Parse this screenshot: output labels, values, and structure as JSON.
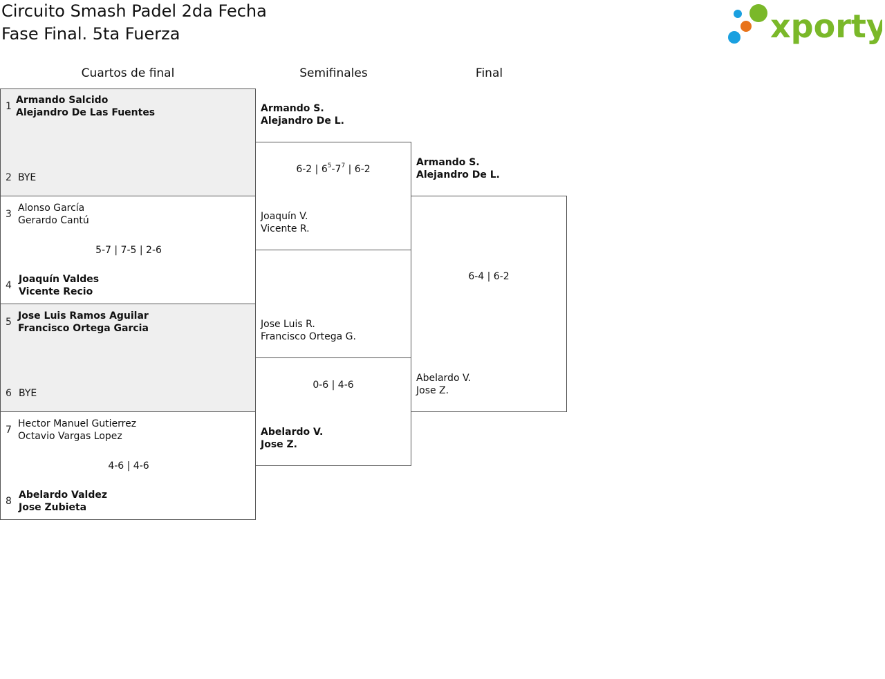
{
  "header": {
    "title_line1": "Circuito Smash Padel 2da Fecha",
    "title_line2": "Fase Final. 5ta Fuerza",
    "logo_text": "xporty"
  },
  "columns": [
    "Cuartos de final",
    "Semifinales",
    "Final"
  ],
  "quarterfinals": [
    {
      "a": {
        "seed": "1",
        "p1": "Armando Salcido",
        "p2": "Alejandro De Las Fuentes"
      },
      "b": {
        "seed": "2",
        "p1": "BYE"
      },
      "score": ""
    },
    {
      "a": {
        "seed": "3",
        "p1": "Alonso García",
        "p2": "Gerardo Cantú"
      },
      "b": {
        "seed": "4",
        "p1": "Joaquín Valdes",
        "p2": "Vicente Recio"
      },
      "score": "5-7 | 7-5 | 2-6"
    },
    {
      "a": {
        "seed": "5",
        "p1": "Jose Luis Ramos Aguilar",
        "p2": "Francisco Ortega Garcia"
      },
      "b": {
        "seed": "6",
        "p1": "BYE"
      },
      "score": ""
    },
    {
      "a": {
        "seed": "7",
        "p1": "Hector Manuel Gutierrez",
        "p2": "Octavio Vargas Lopez"
      },
      "b": {
        "seed": "8",
        "p1": "Abelardo Valdez",
        "p2": "Jose Zubieta"
      },
      "score": "4-6 | 4-6"
    }
  ],
  "semifinals": [
    {
      "a": {
        "p1": "Armando S.",
        "p2": "Alejandro De L."
      },
      "b": {
        "p1": "Joaquín V.",
        "p2": "Vicente R."
      },
      "score": {
        "pre": "6-2 | 6",
        "sup1": "5",
        "mid": "-7",
        "sup2": "7",
        "post": " | 6-2"
      }
    },
    {
      "a": {
        "p1": "Jose Luis R.",
        "p2": "Francisco Ortega G."
      },
      "b": {
        "p1": "Abelardo V.",
        "p2": "Jose Z."
      },
      "score": "0-6 | 4-6"
    }
  ],
  "final": {
    "a": {
      "p1": "Armando S.",
      "p2": "Alejandro De L."
    },
    "b": {
      "p1": "Abelardo V.",
      "p2": "Jose Z."
    },
    "score": "6-4 | 6-2"
  },
  "colors": {
    "border": "#555555",
    "bye_bg": "#efefef",
    "logo_green": "#7ab829",
    "logo_blue": "#1aa0e0",
    "logo_orange": "#e8731a"
  }
}
